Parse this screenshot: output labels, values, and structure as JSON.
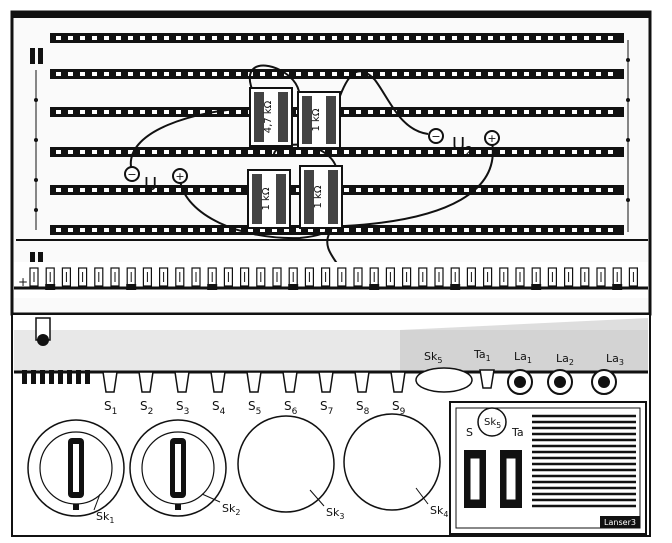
{
  "board": {
    "voltages": [
      {
        "name": "U",
        "sub": "1",
        "minus": "−",
        "plus": "+"
      },
      {
        "name": "U",
        "sub": "2",
        "minus": "−",
        "plus": "+"
      }
    ],
    "resistors": [
      {
        "value": "4,7 kΩ"
      },
      {
        "value": "1 kΩ"
      },
      {
        "value": "1 kΩ"
      },
      {
        "value": "1 kΩ"
      }
    ],
    "bottom_rail_plus": "+"
  },
  "panel": {
    "switch_labels": [
      {
        "name": "S",
        "sub": "1"
      },
      {
        "name": "S",
        "sub": "2"
      },
      {
        "name": "S",
        "sub": "3"
      },
      {
        "name": "S",
        "sub": "4"
      },
      {
        "name": "S",
        "sub": "5"
      },
      {
        "name": "S",
        "sub": "6"
      },
      {
        "name": "S",
        "sub": "7"
      },
      {
        "name": "S",
        "sub": "8"
      },
      {
        "name": "S",
        "sub": "9"
      }
    ],
    "top_labels": [
      {
        "name": "Sk",
        "sub": "5"
      },
      {
        "name": "Ta",
        "sub": "1"
      },
      {
        "name": "La",
        "sub": "1"
      },
      {
        "name": "La",
        "sub": "2"
      },
      {
        "name": "La",
        "sub": "3"
      }
    ],
    "dials": [
      {
        "name": "Sk",
        "sub": "1"
      },
      {
        "name": "Sk",
        "sub": "2"
      },
      {
        "name": "Sk",
        "sub": "3"
      },
      {
        "name": "Sk",
        "sub": "4"
      }
    ],
    "speaker_box": {
      "button_name": "Sk",
      "button_sub": "5",
      "switch_label_left": "S",
      "switch_label_right": "Ta",
      "brand": "Lanser3"
    }
  }
}
